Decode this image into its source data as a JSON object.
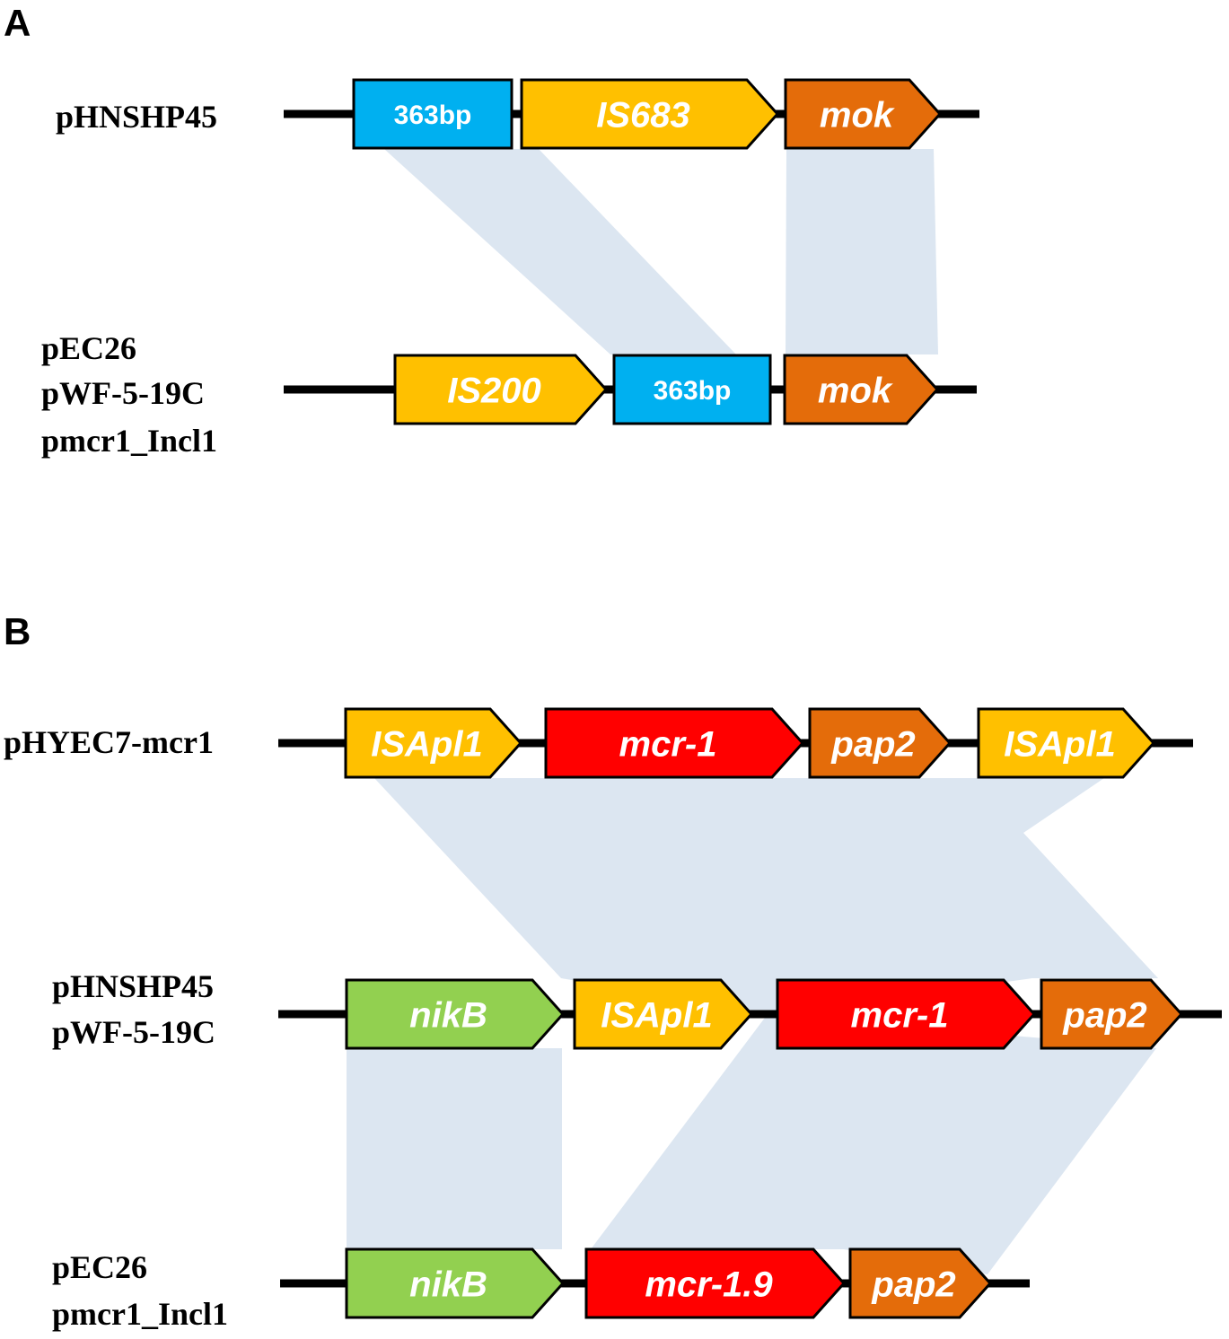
{
  "panels": [
    {
      "letter": "A",
      "tracks": [
        {
          "labels": [
            "pHNSHP45"
          ],
          "genes": [
            {
              "name": "363bp",
              "italic": false
            },
            {
              "name": "IS683",
              "italic": true
            },
            {
              "name": "mok",
              "italic": true
            }
          ]
        },
        {
          "labels": [
            "pEC26",
            "pWF-5-19C",
            "pmcr1_Incl1"
          ],
          "genes": [
            {
              "name": "IS200",
              "italic": true
            },
            {
              "name": "363bp",
              "italic": false
            },
            {
              "name": "mok",
              "italic": true
            }
          ]
        }
      ]
    },
    {
      "letter": "B",
      "tracks": [
        {
          "labels": [
            "pHYEC7-mcr1"
          ],
          "genes": [
            {
              "name": "ISApl1",
              "italic": true
            },
            {
              "name": "mcr-1",
              "italic": true
            },
            {
              "name": "pap2",
              "italic": true
            },
            {
              "name": "ISApl1",
              "italic": true
            }
          ]
        },
        {
          "labels": [
            "pHNSHP45",
            "pWF-5-19C"
          ],
          "genes": [
            {
              "name": "nikB",
              "italic": true
            },
            {
              "name": "ISApl1",
              "italic": true
            },
            {
              "name": "mcr-1",
              "italic": true
            },
            {
              "name": "pap2",
              "italic": true
            }
          ]
        },
        {
          "labels": [
            "pEC26",
            "pmcr1_Incl1"
          ],
          "genes": [
            {
              "name": "nikB",
              "italic": true
            },
            {
              "name": "mcr-1.9",
              "italic": true
            },
            {
              "name": "pap2",
              "italic": true
            }
          ]
        }
      ]
    }
  ],
  "colors": {
    "segment_363bp": "#00b0f0",
    "insertion_sequence": "#ffc000",
    "mok_pap2": "#e46c0a",
    "mcr": "#ff0000",
    "nikB": "#92d050",
    "homology": "#dce6f1",
    "backbone": "#000000"
  }
}
